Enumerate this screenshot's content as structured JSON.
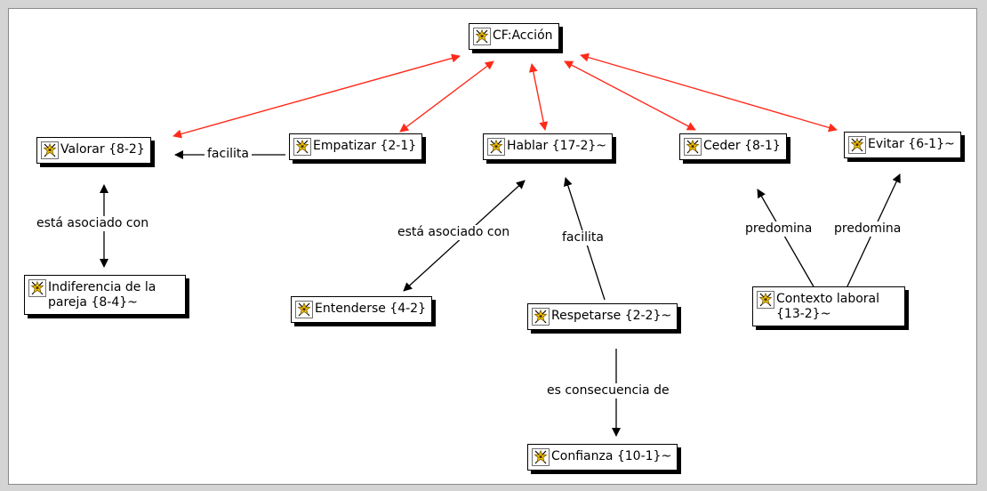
{
  "colors": {
    "bidirectional_edge": "#ff2a1a",
    "relation_edge": "#000000",
    "node_icon": "#f2c200"
  },
  "icon": "code-family-icon",
  "nodes": {
    "cf_accion": "CF:Acción",
    "valorar": "Valorar {8-2}",
    "empatizar": "Empatizar {2-1}",
    "hablar": "Hablar {17-2}~",
    "ceder": "Ceder {8-1}",
    "evitar": "Evitar {6-1}~",
    "indiferencia": "Indiferencia de la pareja {8-4}~",
    "entenderse": "Entenderse {4-2}",
    "respetarse": "Respetarse {2-2}~",
    "contexto": "Contexto laboral {13-2}~",
    "confianza": "Confianza {10-1}~"
  },
  "edge_labels": {
    "empatizar_valorar": "facilita",
    "valorar_indiferencia": "está asociado con",
    "hablar_entenderse": "está asociado con",
    "respetarse_hablar": "facilita",
    "contexto_ceder": "predomina",
    "contexto_evitar": "predomina",
    "respetarse_confianza": "es consecuencia de"
  }
}
